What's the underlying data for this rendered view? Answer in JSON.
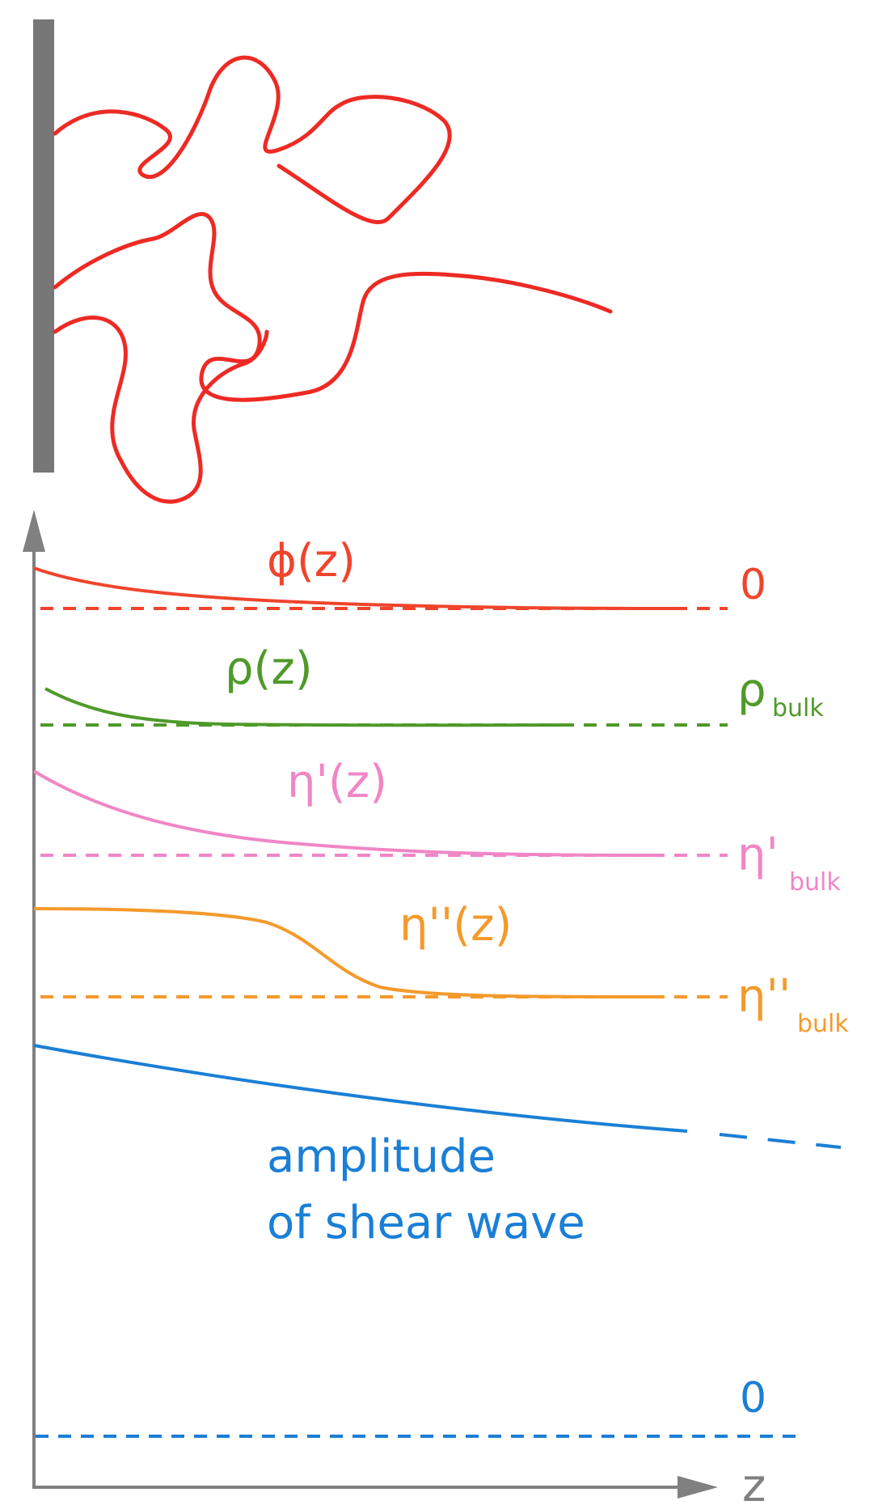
{
  "colors": {
    "wall": "#777777",
    "axis": "#808080",
    "phi": "#f0442c",
    "chain": "#ee2a24",
    "rho": "#4f9a2a",
    "eta_prime": "#f086c6",
    "eta_double_prime": "#f49a2c",
    "amplitude": "#1a7fd6"
  },
  "labels": {
    "phi": "ϕ(z)",
    "phi_bulk": "0",
    "rho": "ρ(z)",
    "rho_bulk_symbol": "ρ",
    "rho_bulk_sub": "bulk",
    "eta_prime": "η'(z)",
    "eta_prime_bulk_symbol": "η'",
    "eta_prime_bulk_sub": "bulk",
    "eta_double_prime": "η''(z)",
    "eta_double_prime_bulk_symbol": "η''",
    "eta_double_prime_bulk_sub": "bulk",
    "amplitude_line1": "amplitude",
    "amplitude_line2": "of shear wave",
    "amplitude_zero": "0",
    "x_axis": "z"
  }
}
